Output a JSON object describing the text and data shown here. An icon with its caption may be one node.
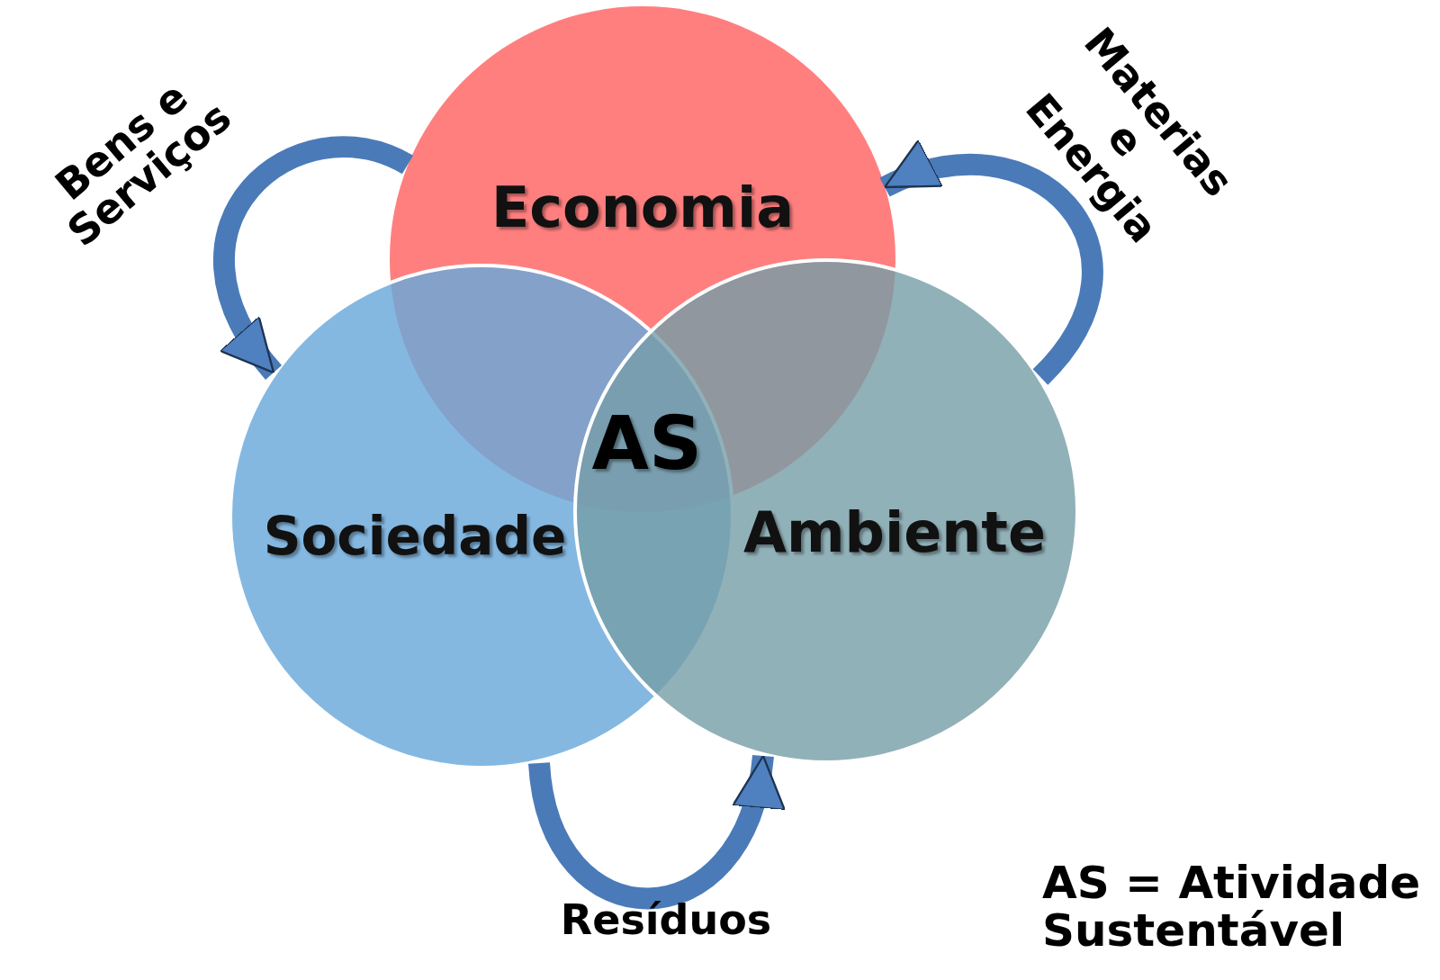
{
  "diagram": {
    "nodes": [
      {
        "text": [
          "Economia"
        ]
      },
      {
        "text": [
          "Sociedade"
        ]
      },
      {
        "text": [
          "Ambiente"
        ]
      }
    ],
    "edges": [
      {
        "from": 0,
        "to": 1,
        "arrow": "to",
        "label": "Bens e Serviços"
      },
      {
        "from": 2,
        "to": 0,
        "arrow": "to",
        "label": "Materias e Energia"
      },
      {
        "from": 1,
        "to": 2,
        "arrow": "to",
        "label": "Resíduos"
      }
    ],
    "labels": [
      "AS",
      "AS = Atividade Sustentável"
    ]
  }
}
